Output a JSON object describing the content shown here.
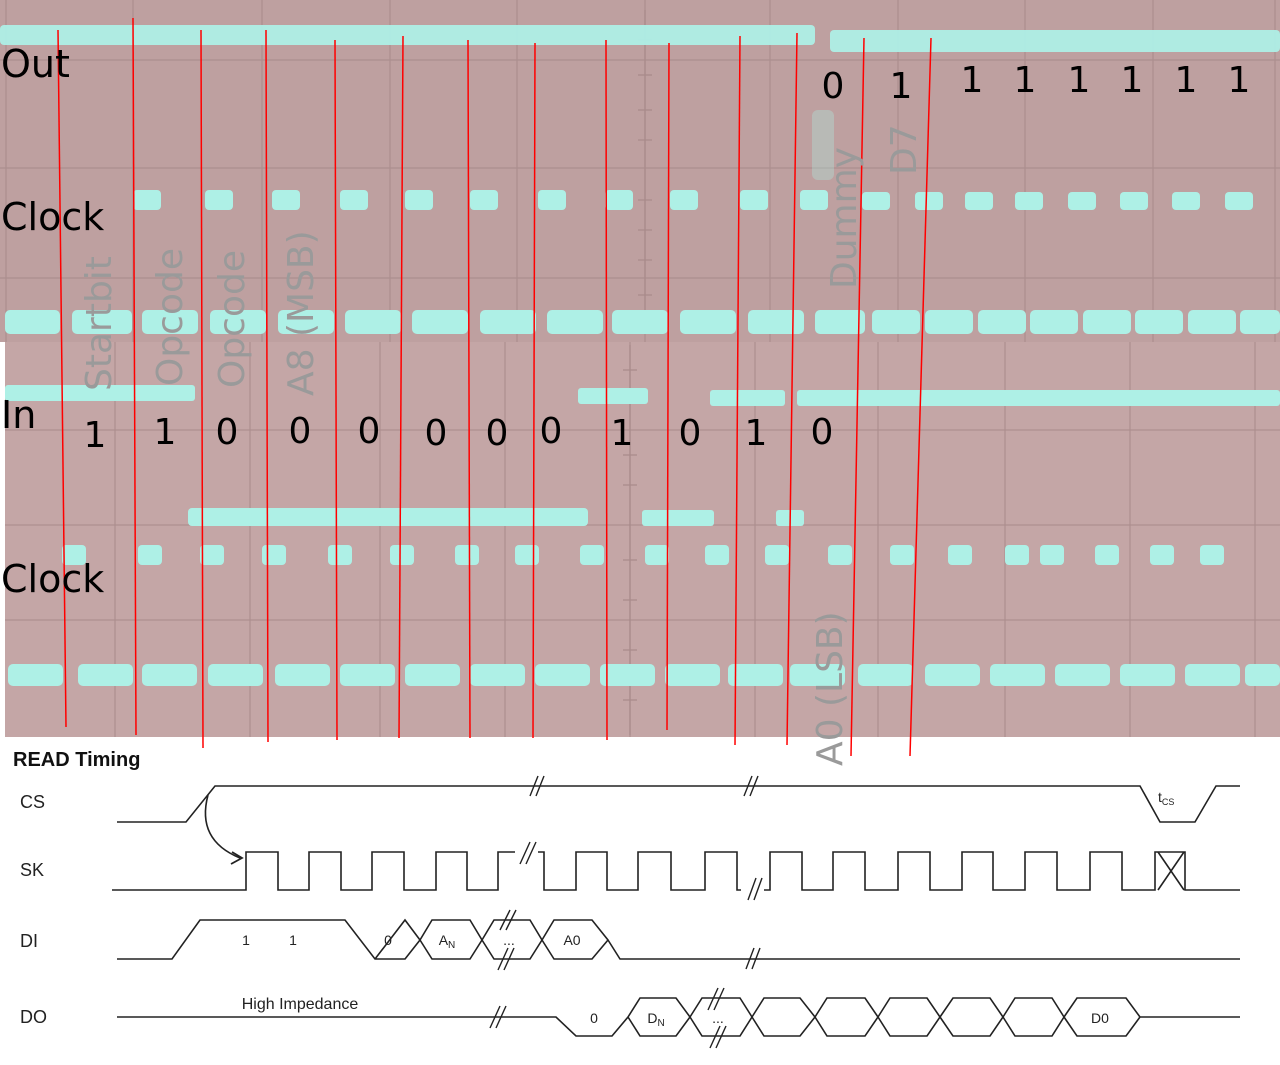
{
  "scope": {
    "channel_labels": {
      "out": "Out",
      "clock_top": "Clock",
      "in": "In",
      "clock_bottom": "Clock"
    },
    "out_bits": [
      "0",
      "1",
      "1",
      "1",
      "1",
      "1",
      "1",
      "1"
    ],
    "in_bits": [
      "1",
      "1",
      "0",
      "0",
      "0",
      "0",
      "0",
      "0",
      "1",
      "0",
      "1",
      "0"
    ],
    "field_labels": {
      "startbit": "Startbit",
      "opcode_1": "Opcode",
      "opcode_2": "Opcode",
      "a8": "A8 (MSB)",
      "dummy": "Dummy",
      "d7": "D7",
      "a0": "A0 (LSB)"
    },
    "colors": {
      "screen": "#bfa0a0",
      "trace": "#aef0e6",
      "grid": "#a78888",
      "marker": "#ff0000",
      "overlay_text": "#9a9a9a"
    }
  },
  "timing": {
    "title": "READ Timing",
    "signals": {
      "cs": "CS",
      "sk": "SK",
      "di": "DI",
      "do": "DO"
    },
    "di_labels": {
      "bit1": "1",
      "bit2": "1",
      "bit3": "0",
      "an_main": "A",
      "an_sub": "N",
      "dots": "...",
      "a0": "A0"
    },
    "do_labels": {
      "high_impedance": "High Impedance",
      "zero": "0",
      "dn_main": "D",
      "dn_sub": "N",
      "dots": "...",
      "d0": "D0"
    },
    "tcs": {
      "main": "t",
      "sub": "CS"
    }
  }
}
